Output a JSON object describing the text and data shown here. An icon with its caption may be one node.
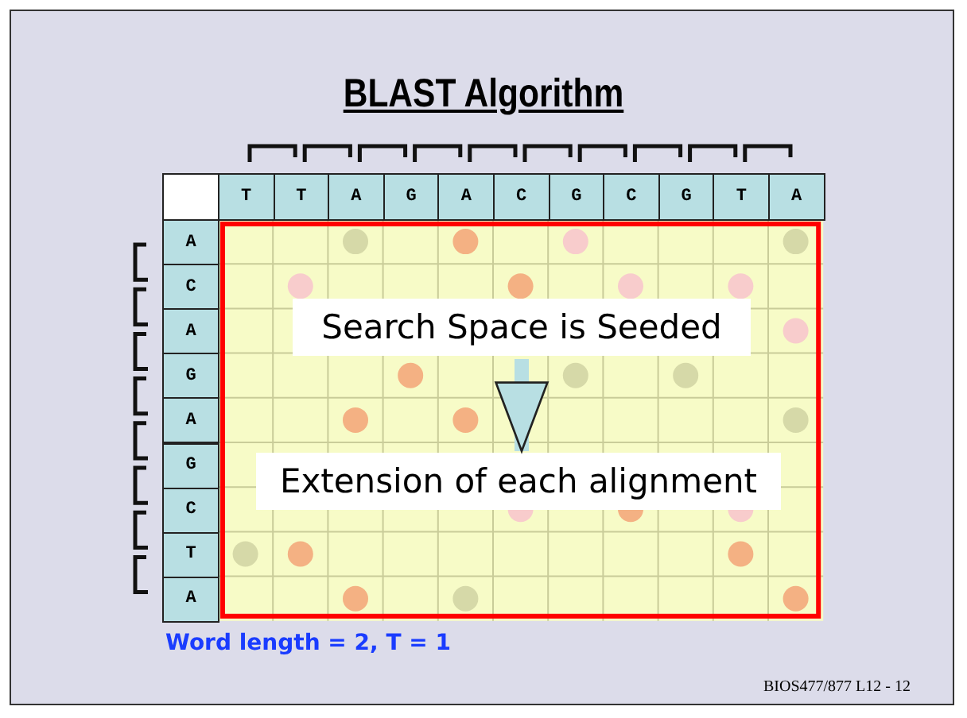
{
  "diagram": {
    "title": "BLAST Algorithm",
    "nodes": [
      {
        "text": [
          "Search Space is Seeded"
        ]
      },
      {
        "text": [
          "Extension of each alignment"
        ]
      }
    ],
    "edges": [
      {
        "from": 0,
        "to": 1,
        "arrow": "to"
      }
    ],
    "labels": [
      "T",
      "T",
      "A",
      "G",
      "A",
      "C",
      "G",
      "C",
      "G",
      "T",
      "A",
      "A",
      "C",
      "A",
      "G",
      "A",
      "G",
      "C",
      "T",
      "A",
      "Word length = 2, T = 1",
      "BIOS477/877 L12 - 12"
    ]
  }
}
